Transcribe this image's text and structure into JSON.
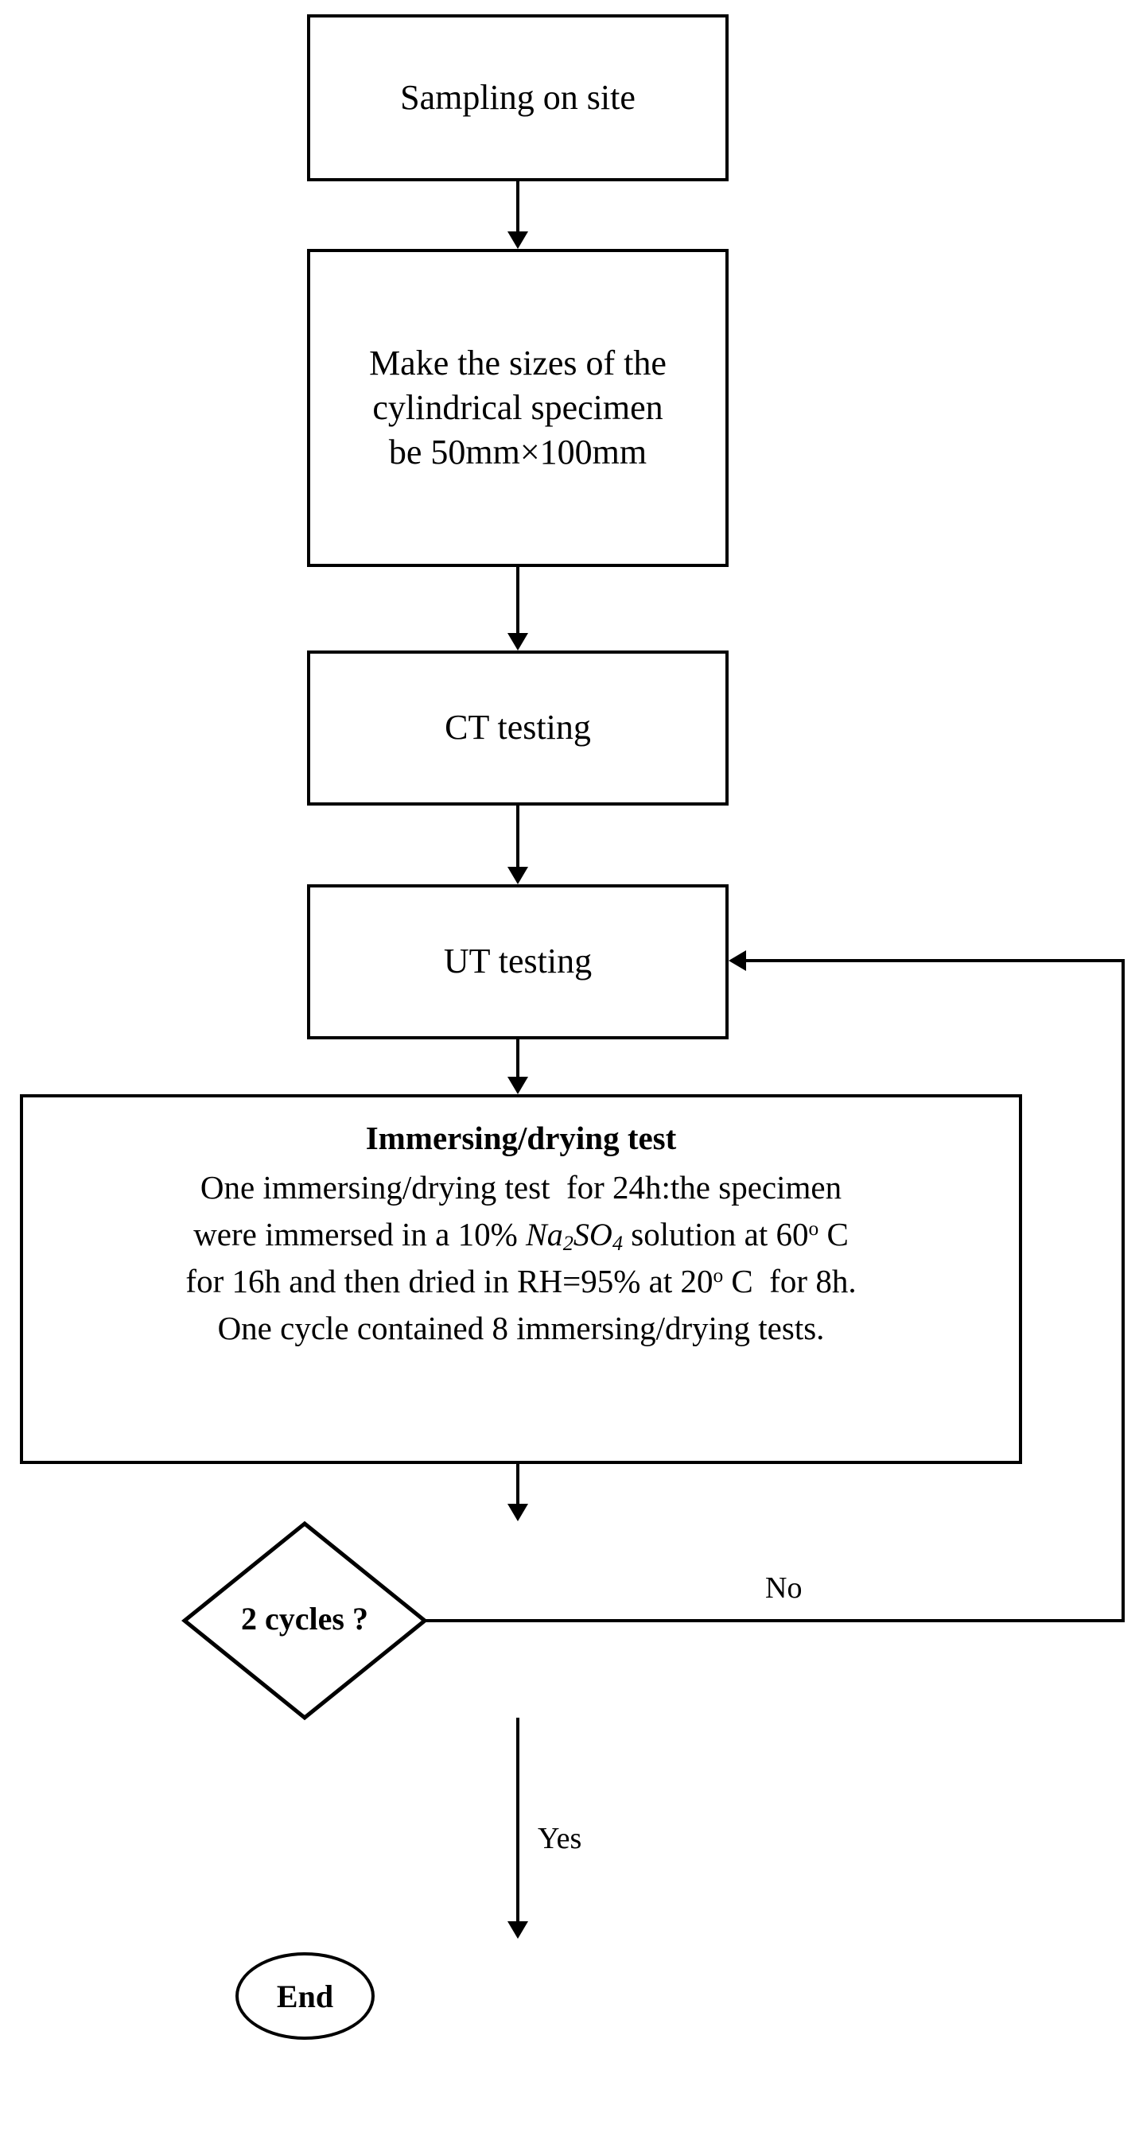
{
  "diagram": {
    "title": "Experimental procedure flowchart",
    "type": "flowchart",
    "stroke_color": "#000000",
    "background_color": "#ffffff"
  },
  "nodes": {
    "sampling": {
      "shape": "process",
      "label": "Sampling on site"
    },
    "sizes": {
      "shape": "process",
      "line1": "Make the sizes of the",
      "line2": "cylindrical specimen",
      "line3": "be 50mm×100mm"
    },
    "ct": {
      "shape": "process",
      "label": "CT testing"
    },
    "ut": {
      "shape": "process",
      "label": "UT  testing"
    },
    "immersing": {
      "shape": "process",
      "title": "Immersing/drying test",
      "line1": "One immersing/drying test  for 24h:the specimen",
      "line2_a": "were immersed in a 10% ",
      "line2_chem": "Na",
      "line2_chem_sub1": "2",
      "line2_chem_mid": "SO",
      "line2_chem_sub2": "4",
      "line2_b": " solution at 60",
      "line2_deg": "o",
      "line2_c": " C",
      "line3_a": "for 16h and then dried in RH=95% at 20",
      "line3_deg": "o",
      "line3_b": " C  for 8h.",
      "line4": "One cycle contained 8 immersing/drying tests."
    },
    "decision": {
      "shape": "diamond",
      "label": "2 cycles ?"
    },
    "end": {
      "shape": "terminator",
      "label": "End"
    }
  },
  "edges": {
    "no_label": "No",
    "yes_label": "Yes"
  }
}
